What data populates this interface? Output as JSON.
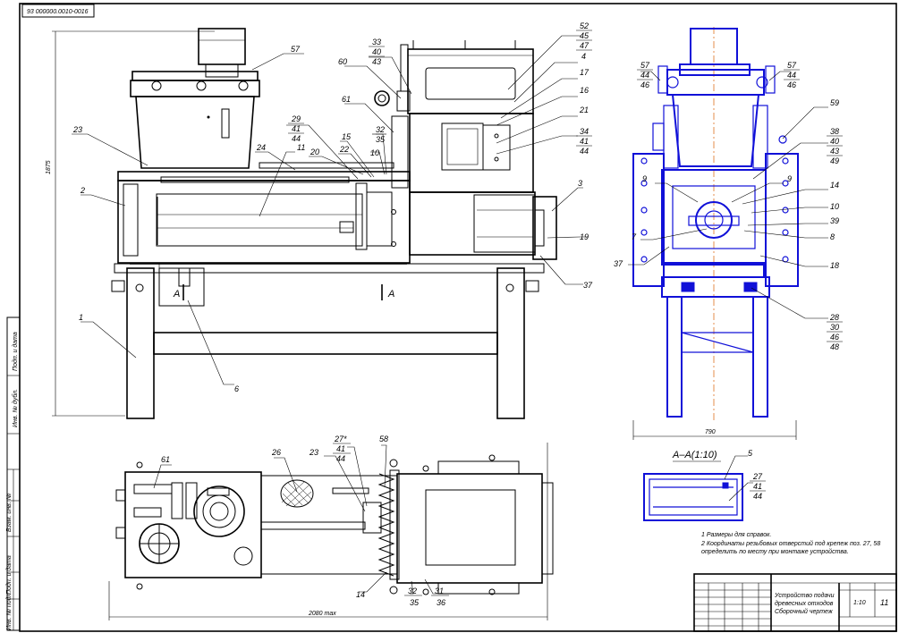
{
  "drawing_code_stamp": "93 000000.0010-0016",
  "vertical_dimension": "1875",
  "bottom_dimension": "2080 max",
  "side_view_dimension": "790",
  "section_label": "А–А(1:10)",
  "section_marker": "A",
  "notes": [
    "1 Размеры для справок.",
    "2 Координаты резьбовых отверстий под крепеж поз. 27, 58",
    "определить по месту при монтаже устройства."
  ],
  "title_block": {
    "name_line1": "Устройство подачи",
    "name_line2": "древесных отходов",
    "name_line3": "Сборочный чертеж",
    "sheet": "11",
    "format": "1:10"
  },
  "front_view_callouts": {
    "c57": "57",
    "c60": "60",
    "c33": "33",
    "c40": "40",
    "c43": "43",
    "c52": "52",
    "c45": "45",
    "c47": "47",
    "c4": "4",
    "c17": "17",
    "c16": "16",
    "c21": "21",
    "c34": "34",
    "c41": "41",
    "c44": "44",
    "c61": "61",
    "c29": "29",
    "c41b": "41",
    "c44b": "44",
    "c23": "23",
    "c15": "15",
    "c20": "20",
    "c22": "22",
    "c32": "32",
    "c35": "35",
    "c10": "10",
    "c24": "24",
    "c11": "11",
    "c2": "2",
    "c3": "3",
    "c19": "19",
    "c37": "37",
    "c1": "1",
    "c6": "6"
  },
  "side_view_callouts": {
    "s57": "57",
    "s44": "44",
    "s46": "46",
    "s57b": "57",
    "s44b": "44",
    "s46b": "46",
    "s59": "59",
    "s38": "38",
    "s40": "40",
    "s43": "43",
    "s49": "49",
    "s9": "9",
    "s9b": "9",
    "s14": "14",
    "s10": "10",
    "s39": "39",
    "s7": "7",
    "s8": "8",
    "s37": "37",
    "s18": "18",
    "s28": "28",
    "s30": "30",
    "s46c": "46",
    "s48": "48"
  },
  "plan_view_callouts": {
    "p61": "61",
    "p26": "26",
    "p23": "23",
    "p27": "27*",
    "p41": "41",
    "p44": "44",
    "p58": "58",
    "p14": "14",
    "p32": "32",
    "p35": "35",
    "p31": "31",
    "p36": "36"
  },
  "section_callouts": {
    "a5": "5",
    "a27": "27",
    "a41": "41",
    "a44": "44"
  },
  "sidebar_stamps": [
    "Инв. № подл.",
    "Подп. и дата",
    "Взам. инв. №",
    "Инв. № дубл.",
    "Подп. и дата"
  ]
}
